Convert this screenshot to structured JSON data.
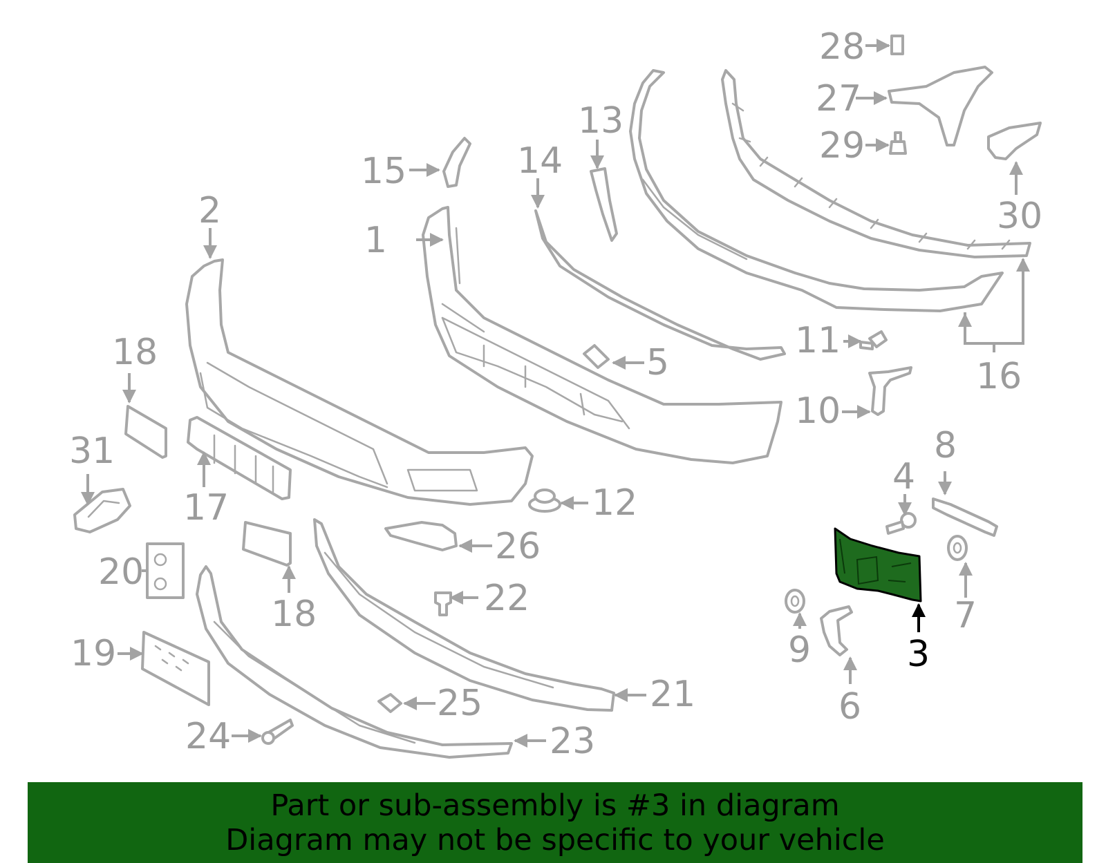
{
  "diagram": {
    "highlighted_part": "3",
    "callouts": [
      "1",
      "2",
      "3",
      "4",
      "5",
      "6",
      "7",
      "8",
      "9",
      "10",
      "11",
      "12",
      "13",
      "14",
      "15",
      "16",
      "17",
      "18",
      "18",
      "19",
      "20",
      "21",
      "22",
      "23",
      "24",
      "25",
      "26",
      "27",
      "28",
      "29",
      "30",
      "31"
    ]
  },
  "banner": {
    "line1": "Part or sub-assembly is #3 in diagram",
    "line2": "Diagram may not be specific to your vehicle",
    "color": "#116611"
  },
  "colors": {
    "outline": "#a7a7a7",
    "highlight_fill": "#1e6b1e",
    "highlight_label": "#000000"
  }
}
